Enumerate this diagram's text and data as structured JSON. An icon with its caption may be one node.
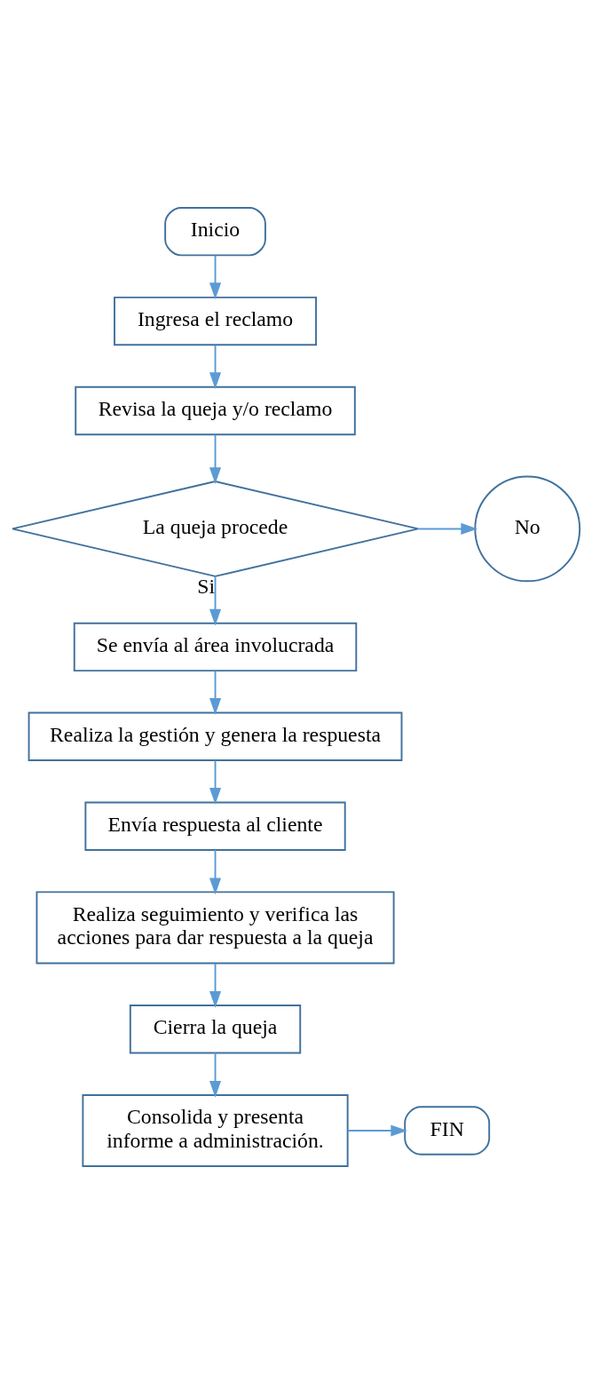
{
  "diagram": {
    "nodes": [
      {
        "text": [
          "Inicio"
        ]
      },
      {
        "text": [
          "Ingresa el reclamo"
        ]
      },
      {
        "text": [
          "Revisa la queja y/o reclamo"
        ]
      },
      {
        "text": [
          "La queja procede"
        ]
      },
      {
        "text": [
          "No"
        ]
      },
      {
        "text": [
          "Se envía al área involucrada"
        ]
      },
      {
        "text": [
          "Realiza la gestión y genera la respuesta"
        ]
      },
      {
        "text": [
          "Envía respuesta al cliente"
        ]
      },
      {
        "text": [
          "Realiza seguimiento y verifica las acciones para dar respuesta a la queja"
        ]
      },
      {
        "text": [
          "Cierra la queja"
        ]
      },
      {
        "text": [
          "Consolida y presenta informe a administración."
        ]
      },
      {
        "text": [
          "FIN"
        ]
      }
    ],
    "edges": [
      {
        "from": 0,
        "to": 1,
        "arrow": "to"
      },
      {
        "from": 1,
        "to": 2,
        "arrow": "to"
      },
      {
        "from": 2,
        "to": 3,
        "arrow": "to"
      },
      {
        "from": 3,
        "to": 4,
        "arrow": "to"
      },
      {
        "from": 3,
        "to": 5,
        "arrow": "to",
        "label": "Si"
      },
      {
        "from": 5,
        "to": 6,
        "arrow": "to"
      },
      {
        "from": 6,
        "to": 7,
        "arrow": "to"
      },
      {
        "from": 7,
        "to": 8,
        "arrow": "to"
      },
      {
        "from": 8,
        "to": 9,
        "arrow": "to"
      },
      {
        "from": 9,
        "to": 10,
        "arrow": "to"
      },
      {
        "from": 10,
        "to": 11,
        "arrow": "to"
      }
    ]
  }
}
